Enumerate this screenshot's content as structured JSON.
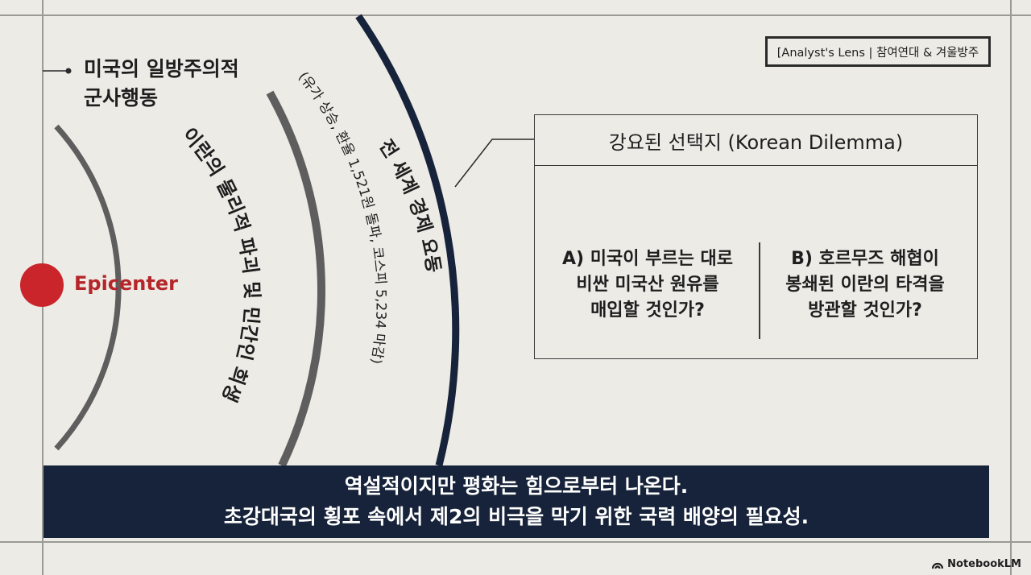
{
  "callout": {
    "line1": "미국의 일방주의적",
    "line2": "군사행동"
  },
  "epicenter": {
    "label": "Epicenter",
    "color": "#c9252b"
  },
  "inner_ring": {
    "text": "이란의 물리적 파괴 및 민간인 희생"
  },
  "middle_ring": {
    "title": "전 세계 경제 요동",
    "subtitle": "(유가 상승, 환율 1,521원 돌파, 코스피 5,234 마감)"
  },
  "lens_badge": {
    "text": "[Analyst's Lens | 참여연대 & 겨울방주"
  },
  "dilemma": {
    "title": "강요된 선택지 (Korean Dilemma)",
    "option_a": [
      "A) 미국이 부르는 대로",
      "비싼 미국산 원유를",
      "매입할 것인가?"
    ],
    "option_b": [
      "B) 호르무즈 해협이",
      "봉쇄된 이란의 타격을",
      "방관할 것인가?"
    ]
  },
  "banner": {
    "line1": "역설적이지만 평화는 힘으로부터 나온다.",
    "line2": "초강대국의 횡포 속에서 제2의 비극을 막기 위한 국력 배양의 필요성.",
    "color": "#17233a"
  },
  "brand": {
    "text": "NotebookLM"
  }
}
